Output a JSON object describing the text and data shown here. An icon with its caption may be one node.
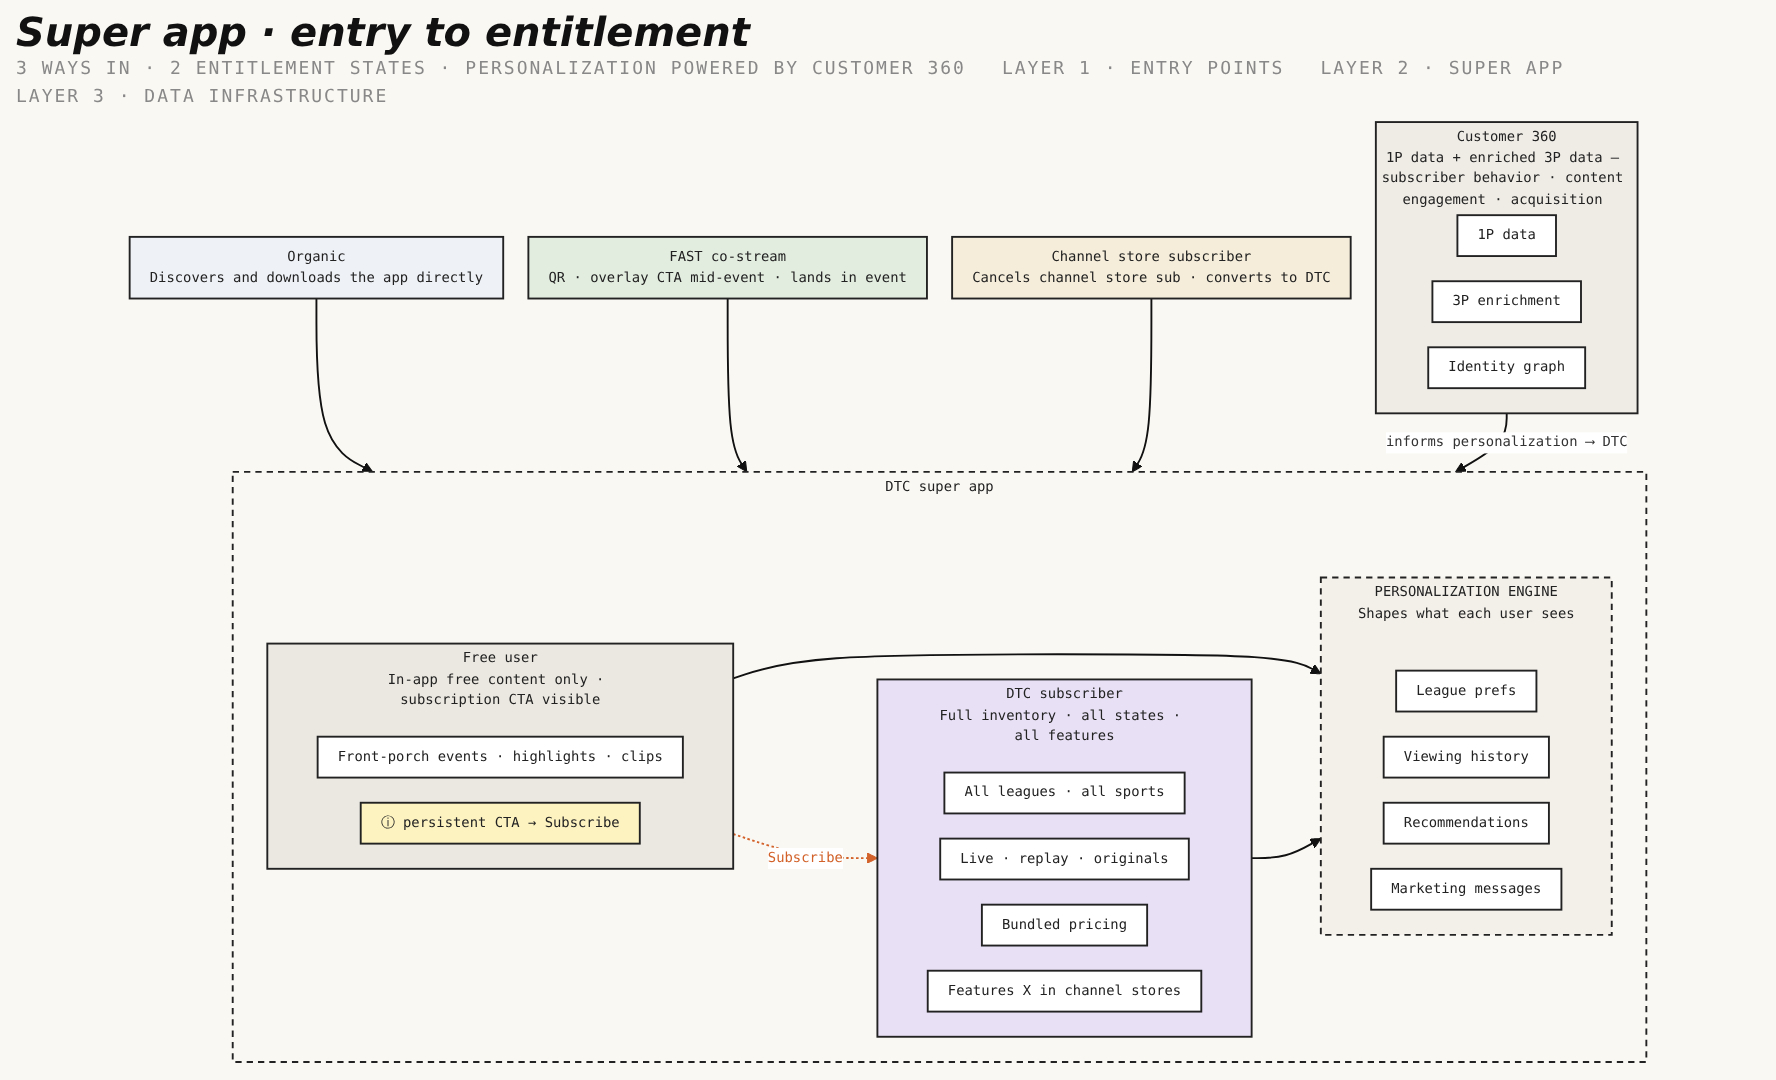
{
  "diagram": {
    "title": "Super app · entry to entitlement",
    "nodes": [
      {
        "text": [
          "Organic",
          "Discovers and downloads the app directly"
        ]
      },
      {
        "text": [
          "FAST co-stream",
          "QR · overlay CTA mid-event · lands in event"
        ]
      },
      {
        "text": [
          "Channel store subscriber",
          "Cancels channel store sub · converts to DTC"
        ]
      },
      {
        "text": [
          "DTC super app"
        ]
      },
      {
        "text": [
          "Free user",
          "In-app free content only · subscription CTA visible"
        ],
        "in": 3
      },
      {
        "text": [
          "Front-porch events · highlights · clips"
        ],
        "in": 4
      },
      {
        "text": [
          "ⓘ persistent CTA → Subscribe"
        ],
        "in": 4
      },
      {
        "text": [
          "DTC subscriber",
          "Full inventory · all states · all features"
        ],
        "in": 3
      },
      {
        "text": [
          "All leagues · all sports"
        ],
        "in": 7
      },
      {
        "text": [
          "Live · replay · originals"
        ],
        "in": 7
      },
      {
        "text": [
          "Bundled pricing"
        ],
        "in": 7
      },
      {
        "text": [
          "Features X in channel stores"
        ],
        "in": 7
      },
      {
        "text": [
          "PERSONALIZATION ENGINE",
          "Shapes what each user sees"
        ],
        "in": 3
      },
      {
        "text": [
          "League prefs"
        ],
        "in": 12
      },
      {
        "text": [
          "Viewing history"
        ],
        "in": 12
      },
      {
        "text": [
          "Recommendations"
        ],
        "in": 12
      },
      {
        "text": [
          "Marketing messages"
        ],
        "in": 12
      },
      {
        "text": [
          "Customer 360",
          "1P data + enriched 3P data — subscriber behavior · content engagement · acquisition source"
        ]
      },
      {
        "text": [
          "1P data"
        ],
        "in": 17
      },
      {
        "text": [
          "3P enrichment"
        ],
        "in": 17
      },
      {
        "text": [
          "Identity graph"
        ],
        "in": 17
      }
    ],
    "edges": [
      {
        "from": 0,
        "to": 3,
        "arrow": "to"
      },
      {
        "from": 1,
        "to": 3,
        "arrow": "to"
      },
      {
        "from": 2,
        "to": 3,
        "arrow": "to"
      },
      {
        "from": 4,
        "to": 7,
        "arrow": "to",
        "label": "Subscribe",
        "style": "dashed",
        "color": "#d2622a"
      },
      {
        "from": 4,
        "to": 12,
        "arrow": "to"
      },
      {
        "from": 7,
        "to": 12,
        "arrow": "to"
      },
      {
        "from": 17,
        "to": 3,
        "arrow": "to",
        "label": "informs personalization ⟶ DTC"
      }
    ],
    "labels": [
      "3 WAYS IN · 2 ENTITLEMENT STATES · PERSONALIZATION POWERED BY CUSTOMER 360",
      "LAYER 1 · ENTRY POINTS",
      "LAYER 2 · SUPER APP",
      "LAYER 3 · DATA INFRASTRUCTURE"
    ]
  }
}
